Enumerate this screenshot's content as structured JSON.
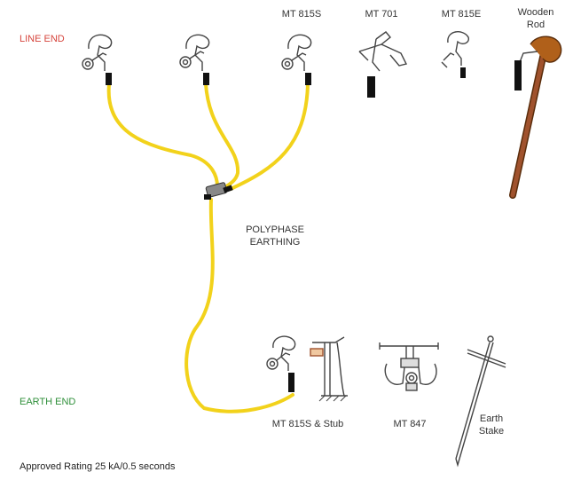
{
  "labels": {
    "line_end": "LINE END",
    "earth_end": "EARTH END",
    "polyphase_line1": "POLYPHASE",
    "polyphase_line2": "EARTHING",
    "mt815s": "MT 815S",
    "mt701": "MT 701",
    "mt815e": "MT 815E",
    "wooden_line1": "Wooden",
    "wooden_line2": "Rod",
    "mt815s_stub": "MT 815S & Stub",
    "mt847": "MT 847",
    "earth_stake_line1": "Earth",
    "earth_stake_line2": "Stake",
    "rating": "Approved Rating 25 kA/0.5 seconds"
  },
  "colors": {
    "cable": "#f2d21b",
    "line_end": "#d6453d",
    "earth_end": "#2f8f3a",
    "rod": "#a0522d",
    "outline": "#444444"
  }
}
